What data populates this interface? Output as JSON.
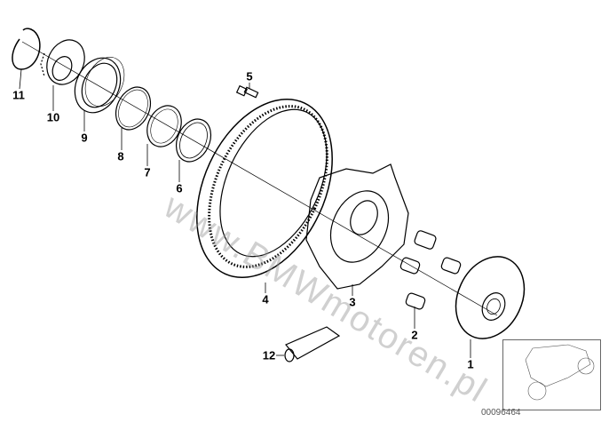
{
  "diagram_code": "00096464",
  "callouts": {
    "p1": "1",
    "p2": "2",
    "p3": "3",
    "p4": "4",
    "p5": "5",
    "p6": "6",
    "p7": "7",
    "p8": "8",
    "p9": "9",
    "p10": "10",
    "p11": "11",
    "p12": "12"
  },
  "colors": {
    "line": "#000000",
    "watermark": "#969696"
  }
}
